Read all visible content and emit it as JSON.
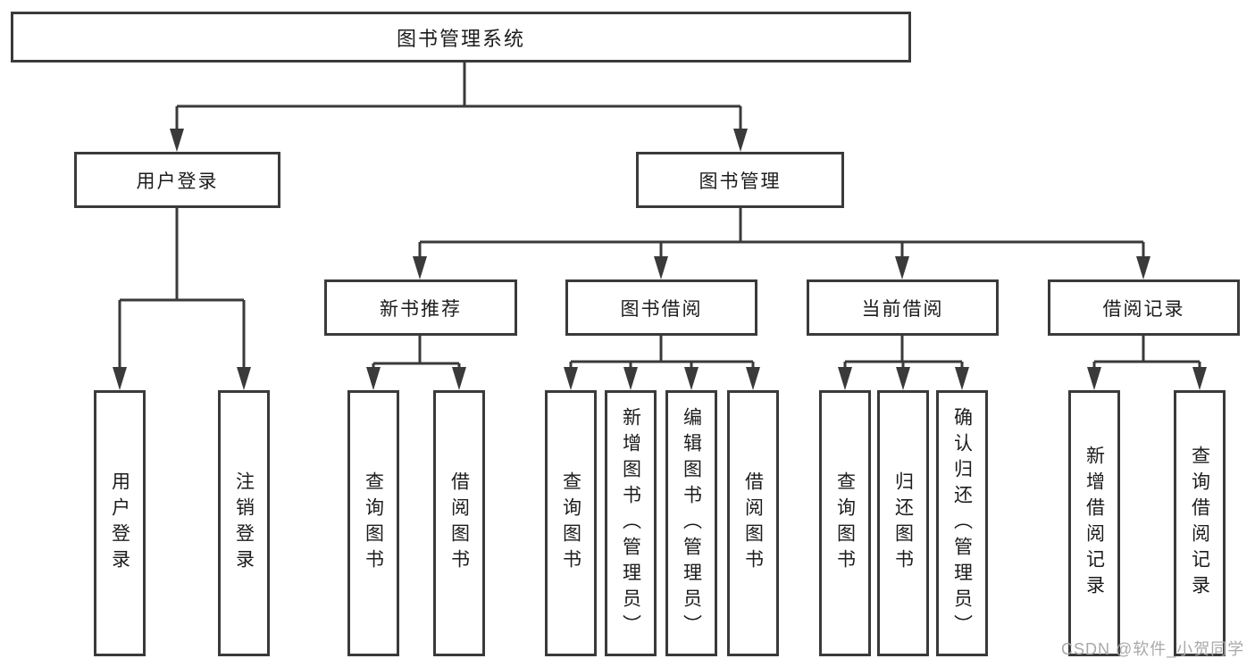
{
  "nodes": {
    "root": {
      "label": "图书管理系统"
    },
    "user_login": {
      "label": "用户登录"
    },
    "book_mgmt": {
      "label": "图书管理"
    },
    "new_book": {
      "label": "新书推荐"
    },
    "book_borrow": {
      "label": "图书借阅"
    },
    "current_borrow": {
      "label": "当前借阅"
    },
    "borrow_record": {
      "label": "借阅记录"
    }
  },
  "leaves": {
    "user_login": [
      {
        "label": "用户登录"
      },
      {
        "label": "注销登录"
      }
    ],
    "new_book": [
      {
        "label": "查询图书"
      },
      {
        "label": "借阅图书"
      }
    ],
    "book_borrow": [
      {
        "label": "查询图书"
      },
      {
        "label": "新增图书（管理员）"
      },
      {
        "label": "编辑图书（管理员）"
      },
      {
        "label": "借阅图书"
      }
    ],
    "current_borrow": [
      {
        "label": "查询图书"
      },
      {
        "label": "归还图书"
      },
      {
        "label": "确认归还（管理员）"
      }
    ],
    "borrow_record": [
      {
        "label": "新增借阅记录"
      },
      {
        "label": "查询借阅记录"
      }
    ]
  },
  "watermark": "CSDN @软件_小贺同学",
  "colors": {
    "line": "#3a3a3a",
    "text": "#1c1c1c",
    "watermark": "#a9a9a9",
    "background": "#ffffff"
  }
}
